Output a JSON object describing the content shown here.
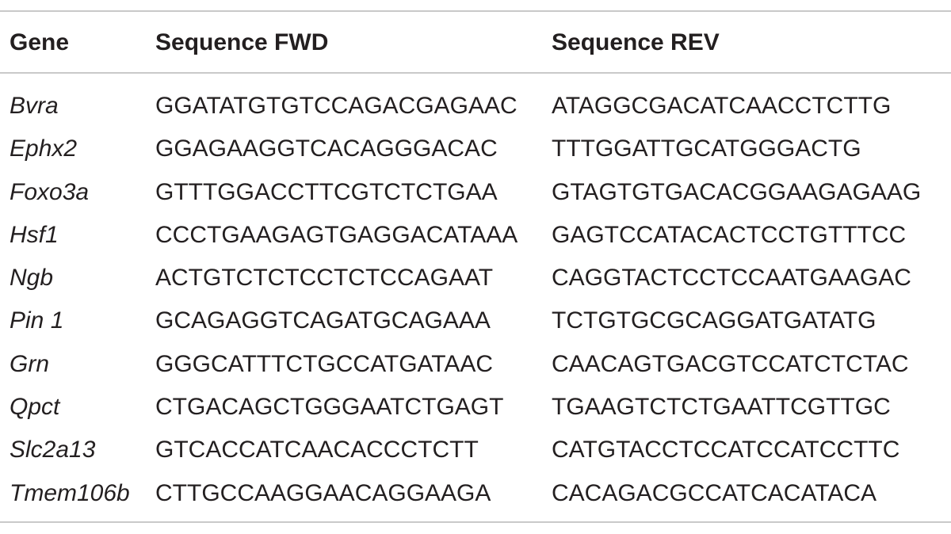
{
  "table": {
    "headers": {
      "gene": "Gene",
      "fwd": "Sequence FWD",
      "rev": "Sequence REV"
    },
    "rows": [
      {
        "gene": "Bvra",
        "fwd": "GGATATGTGTCCAGACGAGAAC",
        "rev": "ATAGGCGACATCAACCTCTTG"
      },
      {
        "gene": "Ephx2",
        "fwd": "GGAGAAGGTCACAGGGACAC",
        "rev": "TTTGGATTGCATGGGACTG"
      },
      {
        "gene": "Foxo3a",
        "fwd": "GTTTGGACCTTCGTCTCTGAA",
        "rev": "GTAGTGTGACACGGAAGAGAAG"
      },
      {
        "gene": "Hsf1",
        "fwd": "CCCTGAAGAGTGAGGACATAAA",
        "rev": "GAGTCCATACACTCCTGTTTCC"
      },
      {
        "gene": "Ngb",
        "fwd": "ACTGTCTCTCCTCTCCAGAAT",
        "rev": "CAGGTACTCCTCCAATGAAGAC"
      },
      {
        "gene": "Pin 1",
        "fwd": "GCAGAGGTCAGATGCAGAAA",
        "rev": "TCTGTGCGCAGGATGATATG"
      },
      {
        "gene": "Grn",
        "fwd": "GGGCATTTCTGCCATGATAAC",
        "rev": "CAACAGTGACGTCCATCTCTAC"
      },
      {
        "gene": "Qpct",
        "fwd": "CTGACAGCTGGGAATCTGAGT",
        "rev": "TGAAGTCTCTGAATTCGTTGC"
      },
      {
        "gene": "Slc2a13",
        "fwd": "GTCACCATCAACACCCTCTT",
        "rev": "CATGTACCTCCATCCATCCTTC"
      },
      {
        "gene": "Tmem106b",
        "fwd": "CTTGCCAAGGAACAGGAAGA",
        "rev": "CACAGACGCCATCACATACA"
      }
    ]
  }
}
